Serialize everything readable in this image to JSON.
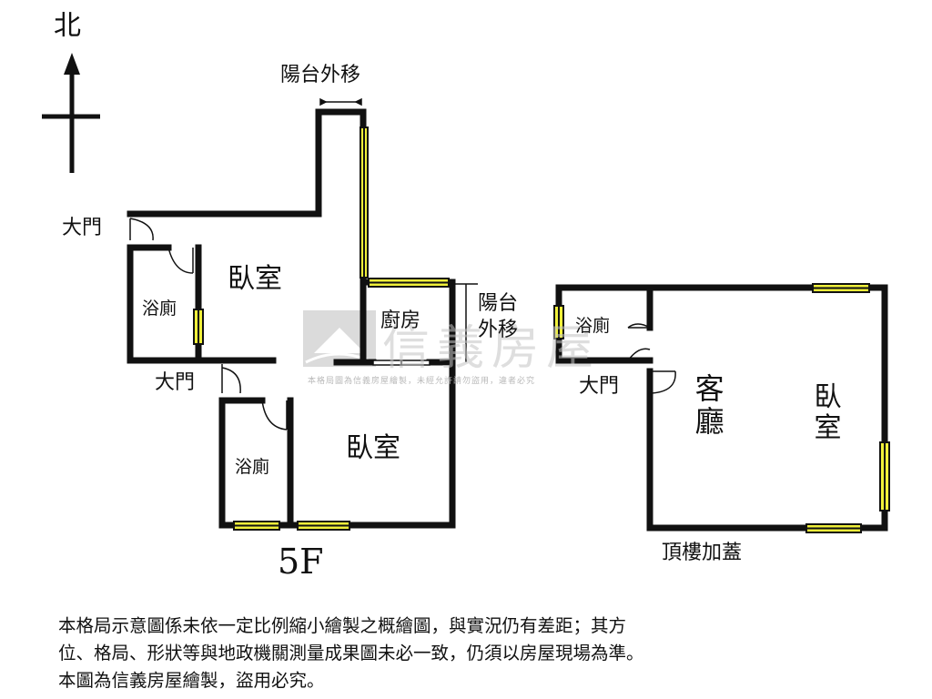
{
  "compass": {
    "north_label": "北"
  },
  "watermark": {
    "brand": "信義房屋",
    "notice": "本格局圖為信義房屋繪製，未經允許請勿盜用，違者必究"
  },
  "unit_5f": {
    "floor_label": "5F",
    "rooms": {
      "bedroom_north": "臥室",
      "bathroom_north": "浴廁",
      "kitchen": "廚房",
      "bedroom_south": "臥室",
      "bathroom_south": "浴廁"
    },
    "entrances": {
      "door_north": "大門",
      "door_south": "大門"
    },
    "annotations": {
      "balcony_shift_top": "陽台外移",
      "balcony_shift_side": "陽台外移"
    }
  },
  "unit_rooftop": {
    "floor_label": "頂樓加蓋",
    "rooms": {
      "bathroom": "浴廁",
      "living_room": "客廳",
      "bedroom": "臥室"
    },
    "entrances": {
      "door": "大門"
    }
  },
  "disclaimer": [
    "本格局示意圖係未依一定比例縮小繪製之概繪圖，與實況仍有差距；其方",
    "位、格局、形狀等與地政機關測量成果圖未必一致，仍須以房屋現場為準。",
    "本圖為信義房屋繪製，盜用必究。"
  ],
  "colors": {
    "wall": "#111111",
    "window": "#f0f03a",
    "text": "#111111",
    "watermark": "#bbbbbb"
  }
}
